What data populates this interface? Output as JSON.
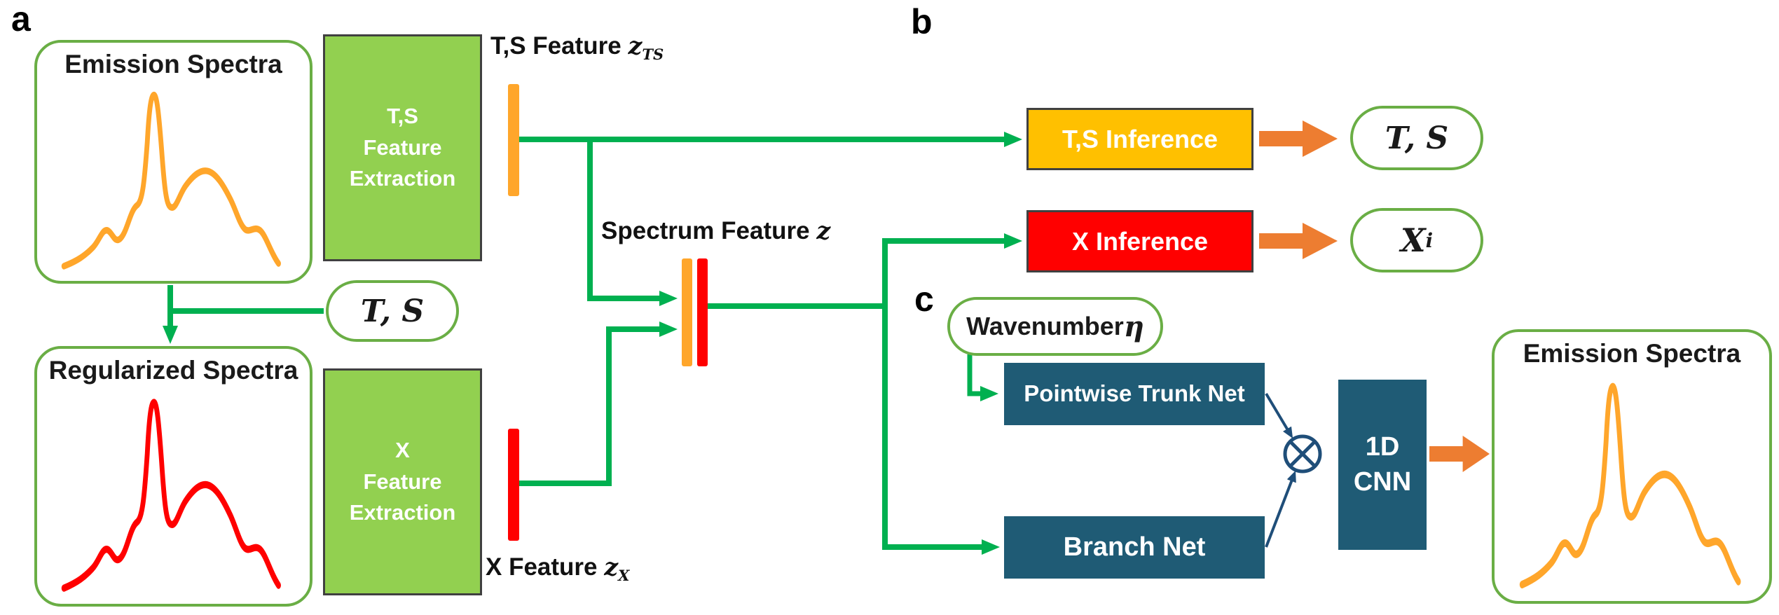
{
  "colors": {
    "connector_green": "#00B050",
    "rounded_border_green": "#6AAE45",
    "extraction_fill_green": "#92D050",
    "ts_inference_fill": "#FFC000",
    "x_inference_fill": "#FF0000",
    "net_box_fill": "#1F5B75",
    "block_arrow_orange": "#ED7D31",
    "emission_curve": "#FFA62B",
    "regularized_curve": "#FF0000"
  },
  "panel_a": {
    "letter": "a",
    "emission_title": "Emission Spectra",
    "regularized_title": "Regularized Spectra",
    "ts_oval_label": "T, S",
    "ts_extraction_lines": [
      "T,S",
      "Feature",
      "Extraction"
    ],
    "x_extraction_lines": [
      "X",
      "Feature",
      "Extraction"
    ],
    "ts_feature_label": {
      "prefix": "T,S Feature ",
      "symbol": "z",
      "subscript": "TS"
    },
    "x_feature_label": {
      "prefix": "X Feature ",
      "symbol": "z",
      "subscript": "X"
    },
    "spectrum_feature_label": {
      "prefix": "Spectrum Feature ",
      "symbol": "z"
    }
  },
  "panel_b": {
    "letter": "b",
    "ts_inference_label": "T,S Inference",
    "x_inference_label": "X Inference",
    "ts_output_label": "T, S",
    "x_output": {
      "symbol": "X",
      "subscript": "i"
    }
  },
  "panel_c": {
    "letter": "c",
    "wavenumber_label": {
      "prefix": "Wavenumber ",
      "symbol": "η"
    },
    "trunk_net_label": "Pointwise Trunk Net",
    "branch_net_label": "Branch Net",
    "cnn_lines": [
      "1D",
      "CNN"
    ],
    "emission_title": "Emission Spectra"
  }
}
